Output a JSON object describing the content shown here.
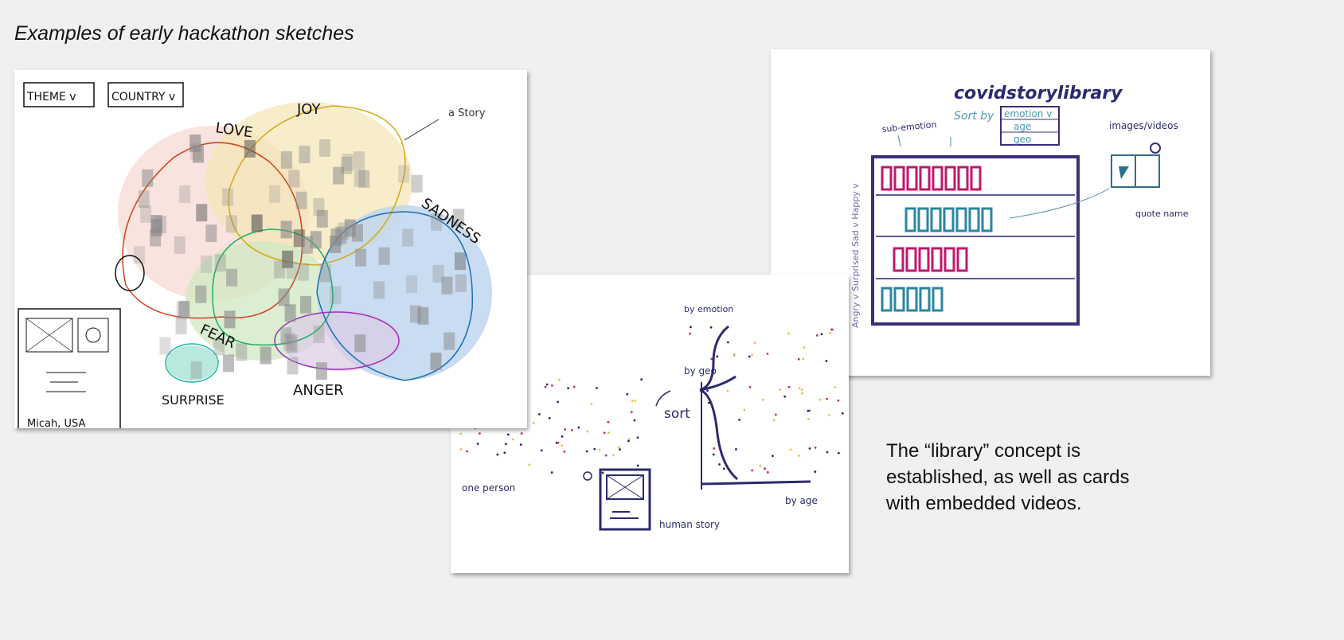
{
  "heading": "Examples of early hackathon sketches",
  "caption_lines": [
    "The “library” concept  is",
    "established, as well as cards",
    "with embedded videos."
  ],
  "sketch_emotion_map": {
    "filters": [
      "THEME v",
      "COUNTRY v"
    ],
    "clusters": {
      "love": "LOVE",
      "joy": "JOY",
      "sadness": "SADNESS",
      "fear": "FEAR",
      "anger": "ANGER",
      "surprise": "SURPRISE"
    },
    "annotation": "a Story",
    "card_name": "Micah, USA",
    "colors": {
      "love": "#d0421f",
      "joy": "#d4a817",
      "sadness": "#1a6fb3",
      "fear": "#1fae6a",
      "anger": "#a22cc0",
      "surprise": "#1fb8a8"
    }
  },
  "sketch_sort": {
    "sort_label": "sort",
    "by_emotion": "by emotion",
    "by_geo": "by geo",
    "by_age": "by age",
    "one_person": "one person",
    "human_story": "human story"
  },
  "sketch_library": {
    "title": "covidstorylibrary",
    "sort_by": "Sort by",
    "sort_options": [
      "emotion v",
      "age",
      "geo"
    ],
    "sub_emotion": "sub-emotion",
    "images_videos": "images/videos",
    "quote_name": "quote name",
    "side_labels": "Angry v Surprised Sad v  Happy v"
  }
}
